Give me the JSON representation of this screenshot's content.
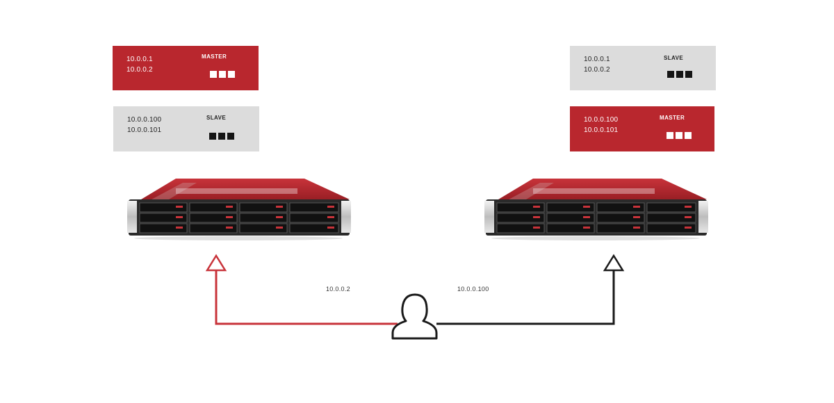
{
  "colors": {
    "accent_red": "#b9272e",
    "panel_gray": "#dcdcdc",
    "link_dark": "#1a1a1a"
  },
  "left_node": {
    "panel_top": {
      "ip_1": "10.0.0.1",
      "ip_2": "10.0.0.2",
      "role": "MASTER",
      "style": "red"
    },
    "panel_bottom": {
      "ip_1": "10.0.0.100",
      "ip_2": "10.0.0.101",
      "role": "SLAVE",
      "style": "gray"
    },
    "server_icon": "rack-server-icon"
  },
  "right_node": {
    "panel_top": {
      "ip_1": "10.0.0.1",
      "ip_2": "10.0.0.2",
      "role": "SLAVE",
      "style": "gray"
    },
    "panel_bottom": {
      "ip_1": "10.0.0.100",
      "ip_2": "10.0.0.101",
      "role": "MASTER",
      "style": "red"
    },
    "server_icon": "rack-server-icon"
  },
  "connections": {
    "left_label": "10.0.0.2",
    "right_label": "10.0.0.100"
  },
  "user_icon": "user-icon"
}
